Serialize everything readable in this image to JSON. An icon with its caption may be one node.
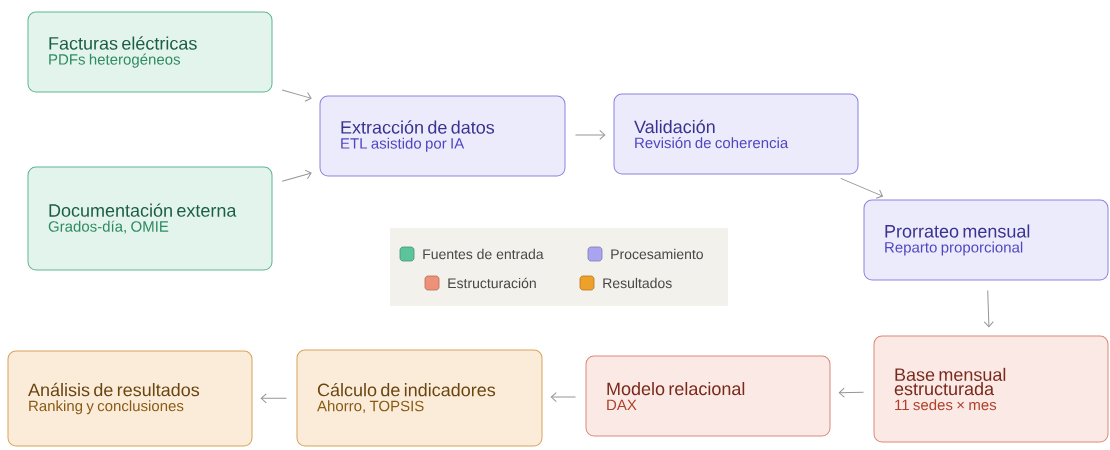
{
  "diagram": {
    "nodes": [
      {
        "text": [
          "Facturas eléctricas",
          "PDFs heterogéneos"
        ]
      },
      {
        "text": [
          "Documentación externa",
          "Grados-día, OMIE"
        ]
      },
      {
        "text": [
          "Extracción de datos",
          "ETL asistido por IA"
        ]
      },
      {
        "text": [
          "Validación",
          "Revisión de coherencia"
        ]
      },
      {
        "text": [
          "Prorrateo mensual",
          "Reparto proporcional"
        ]
      },
      {
        "text": [
          "Base mensual estructurada",
          "11 sedes × mes"
        ]
      },
      {
        "text": [
          "Modelo relacional",
          "DAX"
        ]
      },
      {
        "text": [
          "Cálculo de indicadores",
          "Ahorro, TOPSIS"
        ]
      },
      {
        "text": [
          "Análisis de resultados",
          "Ranking y conclusiones"
        ]
      }
    ],
    "edges": [
      {
        "from": 0,
        "to": 2,
        "arrow": "to"
      },
      {
        "from": 1,
        "to": 2,
        "arrow": "to"
      },
      {
        "from": 2,
        "to": 3,
        "arrow": "to"
      },
      {
        "from": 3,
        "to": 4,
        "arrow": "to"
      },
      {
        "from": 4,
        "to": 5,
        "arrow": "to"
      },
      {
        "from": 5,
        "to": 6,
        "arrow": "to"
      },
      {
        "from": 6,
        "to": 7,
        "arrow": "to"
      },
      {
        "from": 7,
        "to": 8,
        "arrow": "to"
      }
    ],
    "legend": [
      {
        "text": "Fuentes de entrada",
        "color": "#5cc49a"
      },
      {
        "text": "Procesamiento",
        "color": "#aaa4f0"
      },
      {
        "text": "Estructuración",
        "color": "#ee917a"
      },
      {
        "text": "Resultados",
        "color": "#eea12a"
      }
    ]
  }
}
